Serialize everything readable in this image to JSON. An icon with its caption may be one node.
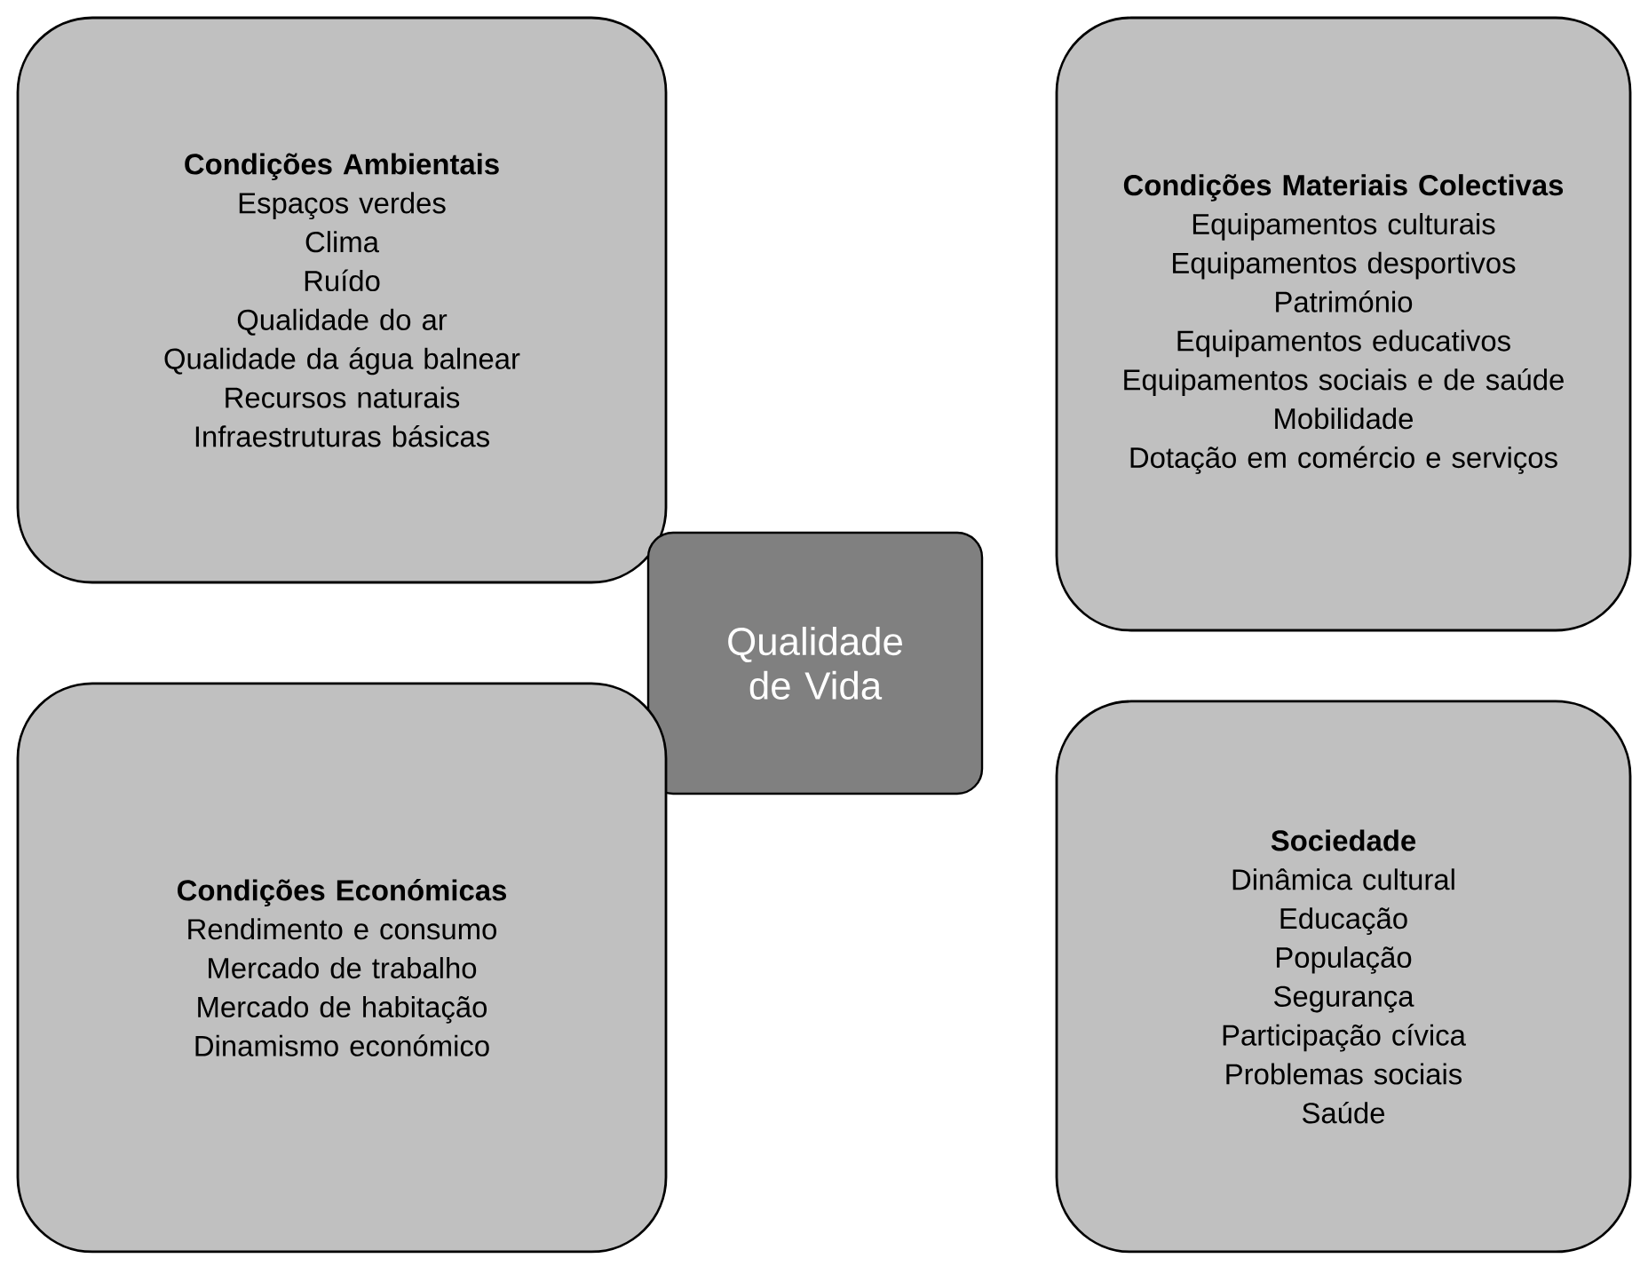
{
  "diagram": {
    "nodes": [
      {
        "text": [
          "Condições Ambientais",
          "Espaços verdes",
          "Clima",
          "Ruído",
          "Qualidade do ar",
          "Qualidade da água balnear",
          "Recursos naturais",
          "Infraestruturas básicas"
        ]
      },
      {
        "text": [
          "Condições Materiais Colectivas",
          "Equipamentos culturais",
          "Equipamentos desportivos",
          "Património",
          "Equipamentos educativos",
          "Equipamentos sociais e de saúde",
          "Mobilidade",
          "Dotação em comércio e serviços"
        ]
      },
      {
        "text": [
          "Qualidade de Vida"
        ]
      },
      {
        "text": [
          "Condições Económicas",
          "Rendimento e consumo",
          "Mercado de trabalho",
          "Mercado de habitação",
          "Dinamismo económico"
        ]
      },
      {
        "text": [
          "Sociedade",
          "Dinâmica cultural",
          "Educação",
          "População",
          "Segurança",
          "Participação cívica",
          "Problemas sociais",
          "Saúde"
        ]
      }
    ],
    "edges": []
  }
}
